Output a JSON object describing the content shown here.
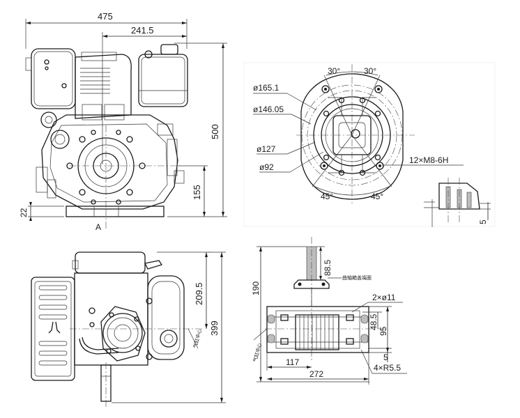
{
  "front_view": {
    "width_overall": "475",
    "width_to_shaft": "241.5",
    "height_overall": "500",
    "shaft_height": "155",
    "base_thickness": "22",
    "section_mark": "A"
  },
  "flange_view": {
    "angle_top_left": "30°",
    "angle_top_right": "30°",
    "dia_1": "ø165.1",
    "dia_2": "ø146.05",
    "dia_3": "ø127",
    "dia_4": "ø92",
    "thread_spec": "12×M8-6H",
    "angle_bottom_left": "45°",
    "angle_bottom_right": "45°",
    "detail_depth": "5"
  },
  "top_view": {
    "shaft_offset": "209.5",
    "length_overall": "399",
    "cylinder_center_note": "气缸中心"
  },
  "mount_view": {
    "shaft_extension": "88.5",
    "shaft_face_note": "曲轴箱盖端面",
    "height_to_face": "190",
    "holes": "2×ø11",
    "hole_spacing": "48.5",
    "base_depth": "95",
    "edge_offset": "5",
    "center_offset": "117",
    "base_width": "272",
    "slots": "4×R5.5",
    "cylinder_center_note": "气缸中心"
  }
}
